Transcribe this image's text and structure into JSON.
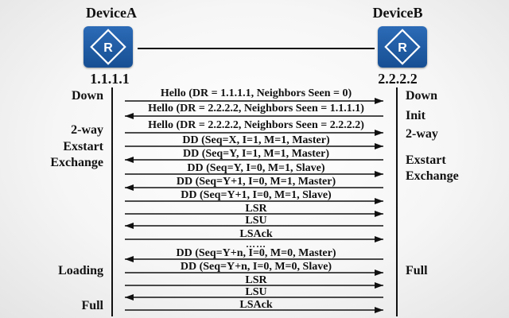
{
  "device_a": {
    "name": "DeviceA",
    "ip": "1.1.1.1",
    "states": [
      "Down",
      "2-way",
      "Exstart",
      "Exchange",
      "Loading",
      "Full"
    ]
  },
  "device_b": {
    "name": "DeviceB",
    "ip": "2.2.2.2",
    "states": [
      "Down",
      "Init",
      "2-way",
      "Exstart",
      "Exchange",
      "Full"
    ]
  },
  "messages": [
    {
      "text": "Hello (DR = 1.1.1.1, Neighbors Seen = 0)",
      "direction": "A-to-B"
    },
    {
      "text": "Hello (DR = 2.2.2.2, Neighbors Seen = 1.1.1.1)",
      "direction": "B-to-A"
    },
    {
      "text": "Hello (DR = 2.2.2.2, Neighbors Seen = 2.2.2.2)",
      "direction": "A-to-B"
    },
    {
      "text": "DD (Seq=X, I=1, M=1, Master)",
      "direction": "A-to-B"
    },
    {
      "text": "DD (Seq=Y, I=1, M=1, Master)",
      "direction": "B-to-A"
    },
    {
      "text": "DD (Seq=Y, I=0, M=1, Slave)",
      "direction": "A-to-B"
    },
    {
      "text": "DD (Seq=Y+1, I=0, M=1, Master)",
      "direction": "B-to-A"
    },
    {
      "text": "DD (Seq=Y+1, I=0, M=1, Slave)",
      "direction": "A-to-B"
    },
    {
      "text": "LSR",
      "direction": "A-to-B"
    },
    {
      "text": "LSU",
      "direction": "B-to-A"
    },
    {
      "text": "LSAck",
      "direction": "A-to-B"
    },
    {
      "text": "……",
      "direction": "none"
    },
    {
      "text": "DD (Seq=Y+n, I=0, M=0, Master)",
      "direction": "B-to-A"
    },
    {
      "text": "DD (Seq=Y+n, I=0, M=0, Slave)",
      "direction": "A-to-B"
    },
    {
      "text": "LSR",
      "direction": "A-to-B"
    },
    {
      "text": "LSU",
      "direction": "B-to-A"
    },
    {
      "text": "LSAck",
      "direction": "A-to-B"
    }
  ]
}
